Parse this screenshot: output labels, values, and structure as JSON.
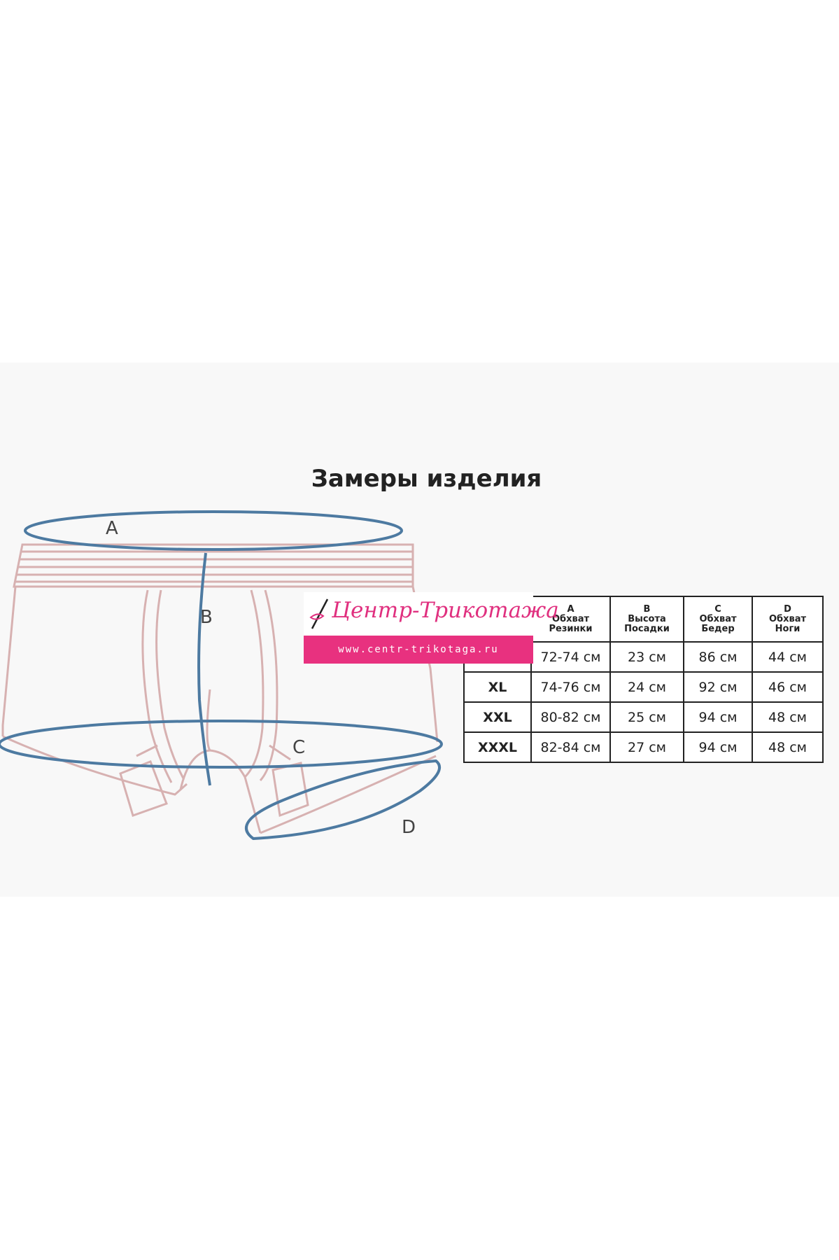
{
  "title": "Замеры изделия",
  "labels": {
    "a": "A",
    "b": "B",
    "c": "C",
    "d": "D"
  },
  "logo": {
    "name": "Центр-Трикотажа",
    "url": "www.centr-trikotaga.ru",
    "icon": "needle-icon"
  },
  "table": {
    "headers": [
      {
        "letter": "A",
        "line1": "Обхват",
        "line2": "Резинки"
      },
      {
        "letter": "B",
        "line1": "Высота",
        "line2": "Посадки"
      },
      {
        "letter": "C",
        "line1": "Обхват",
        "line2": "Бедер"
      },
      {
        "letter": "D",
        "line1": "Обхват",
        "line2": "Ноги"
      }
    ],
    "rows": [
      {
        "size": "",
        "a": "72-74 см",
        "b": "23 см",
        "c": "86 см",
        "d": "44 см"
      },
      {
        "size": "XL",
        "a": "74-76 см",
        "b": "24 см",
        "c": "92 см",
        "d": "46 см"
      },
      {
        "size": "XXL",
        "a": "80-82 см",
        "b": "25 см",
        "c": "94 см",
        "d": "48 см"
      },
      {
        "size": "XXXL",
        "a": "82-84 см",
        "b": "27 см",
        "c": "94 см",
        "d": "48 см"
      }
    ]
  },
  "colors": {
    "outline": "#d7b1b1",
    "measure": "#4d7aa1",
    "brand": "#e8317f"
  }
}
